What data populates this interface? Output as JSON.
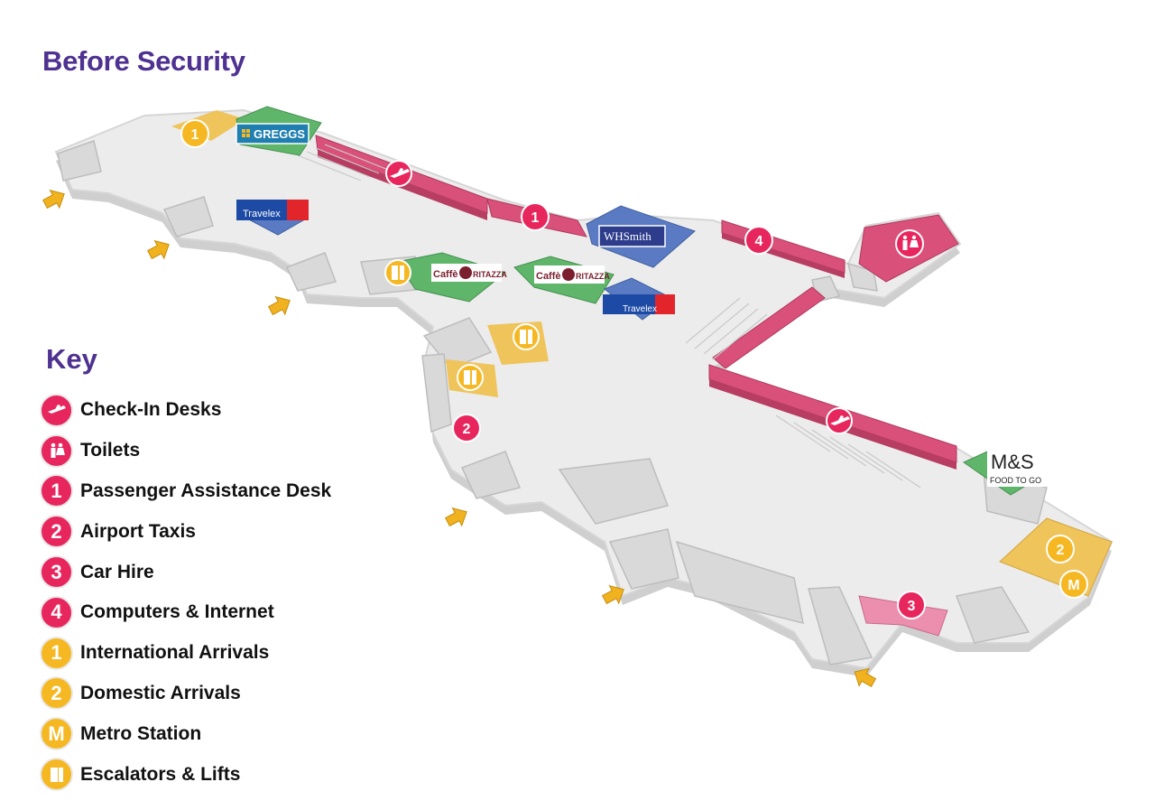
{
  "title": "Before Security",
  "colors": {
    "heading": "#4e3190",
    "pink": "#e8265e",
    "yellow": "#f5b823",
    "floor": "#ececec",
    "wall": "#dadada",
    "checkin_zone": "#d9507a",
    "shop_green": "#5fb66a",
    "shop_blue": "#5a7bc4",
    "arrivals_yellow": "#efc45b"
  },
  "key": {
    "heading": "Key",
    "items": [
      {
        "icon": "check-in-icon",
        "color": "#e8265e",
        "label": "Check-In Desks"
      },
      {
        "icon": "toilets-icon",
        "color": "#e8265e",
        "label": "Toilets"
      },
      {
        "icon": "number-icon",
        "color": "#e8265e",
        "num": "1",
        "label": "Passenger Assistance Desk"
      },
      {
        "icon": "number-icon",
        "color": "#e8265e",
        "num": "2",
        "label": "Airport Taxis"
      },
      {
        "icon": "number-icon",
        "color": "#e8265e",
        "num": "3",
        "label": "Car Hire"
      },
      {
        "icon": "number-icon",
        "color": "#e8265e",
        "num": "4",
        "label": "Computers & Internet"
      },
      {
        "icon": "number-icon",
        "color": "#f5b823",
        "num": "1",
        "label": "International Arrivals"
      },
      {
        "icon": "number-icon",
        "color": "#f5b823",
        "num": "2",
        "label": "Domestic Arrivals"
      },
      {
        "icon": "number-icon",
        "color": "#f5b823",
        "num": "M",
        "label": "Metro Station"
      },
      {
        "icon": "escalator-icon",
        "color": "#f5b823",
        "label": "Escalators & Lifts"
      }
    ]
  },
  "map": {
    "shops": {
      "greggs": "GREGGS",
      "travelex": "Travelex",
      "whsmith": "WHSmith",
      "caffe": "Caffè",
      "ritazza": "RITAZZA",
      "ms_logo": "M&S",
      "ms_sub": "FOOD TO GO"
    },
    "markers": {
      "int_arrivals": "1",
      "assistance": "1",
      "computers": "4",
      "taxis": "2",
      "car_hire": "3",
      "dom_arrivals": "2",
      "metro": "M"
    }
  }
}
